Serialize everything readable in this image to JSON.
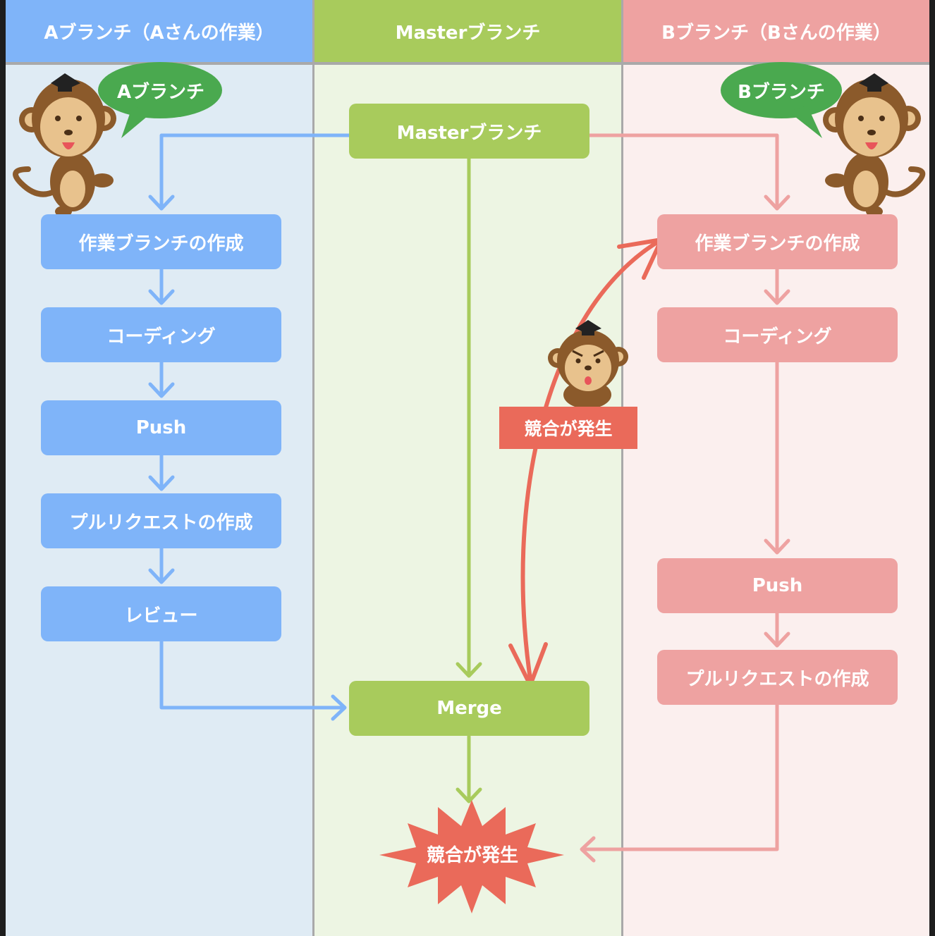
{
  "lanes": {
    "a": {
      "title": "Aブランチ（Aさんの作業）",
      "color": "#7fb4f9"
    },
    "master": {
      "title": "Masterブランチ",
      "color": "#a8cb5c"
    },
    "b": {
      "title": "Bブランチ（Bさんの作業）",
      "color": "#eea2a1"
    }
  },
  "bubbles": {
    "a": "Aブランチ",
    "b": "Bブランチ"
  },
  "master_steps": {
    "start": "Masterブランチ",
    "merge": "Merge"
  },
  "a_steps": [
    "作業ブランチの作成",
    "コーディング",
    "Push",
    "プルリクエストの作成",
    "レビュー"
  ],
  "b_steps": [
    "作業ブランチの作成",
    "コーディング",
    "Push",
    "プルリクエストの作成"
  ],
  "conflict": {
    "label": "競合が発生",
    "burst": "競合が発生",
    "color": "#ea6a5a"
  },
  "icons": [
    "monkey-graduate-icon-a",
    "monkey-graduate-icon-b",
    "monkey-angry-icon"
  ]
}
